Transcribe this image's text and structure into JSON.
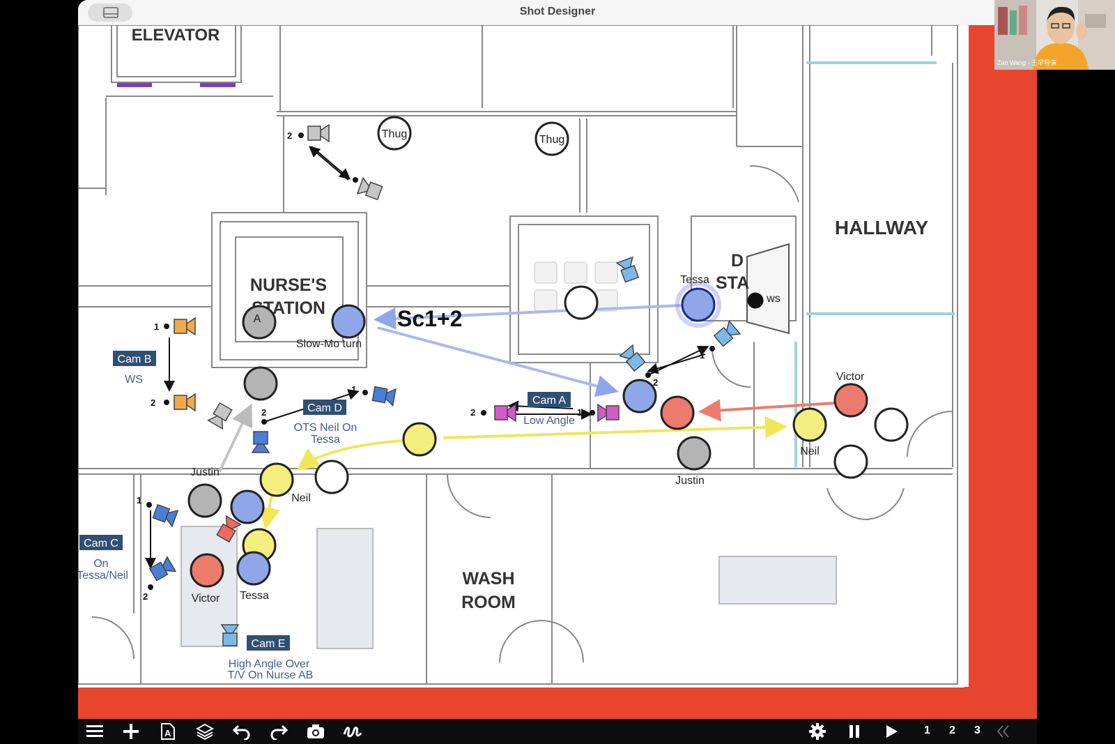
{
  "window": {
    "title": "Shot Designer"
  },
  "colors": {
    "accent_red": "#e8452f",
    "toolbar_bg": "#0d0d0d",
    "label_box": "#2f4f73",
    "tessa_blue": "#8fa6e8",
    "neil_yellow": "#f3ee7e",
    "victor_red": "#ec7b6e",
    "justin_gray": "#b4b4b4"
  },
  "rooms": {
    "elevator": "ELEVATOR",
    "nurse_line1": "NURSE'S",
    "nurse_line2": "STATION",
    "hallway": "HALLWAY",
    "wash_line1": "WASH",
    "wash_line2": "ROOM",
    "desk_partial_1": "D",
    "desk_partial_2": "STA"
  },
  "scene_label": "Sc1+2",
  "characters": {
    "thug": "Thug",
    "tessa": "Tessa",
    "victor": "Victor",
    "neil": "Neil",
    "justin": "Justin",
    "news_partial": "ws",
    "a_marker": "A"
  },
  "annotations": {
    "slow_mo": "Slow-Mo turn"
  },
  "cameras": {
    "cam_a": {
      "label": "Cam A",
      "desc1": "Low Angle",
      "desc2": ""
    },
    "cam_b": {
      "label": "Cam B",
      "desc1": "WS",
      "desc2": ""
    },
    "cam_c": {
      "label": "Cam C",
      "desc1": "On",
      "desc2": "Tessa/Neil"
    },
    "cam_d": {
      "label": "Cam D",
      "desc1": "OTS Neil On",
      "desc2": "Tessa"
    },
    "cam_e": {
      "label": "Cam E",
      "desc1": "High Angle Over",
      "desc2": "T/V On Nurse AB"
    }
  },
  "position_numbers": {
    "one": "1",
    "two": "2"
  },
  "toolbar": {
    "tools": [
      "menu-icon",
      "add-icon",
      "text-icon",
      "layers-icon",
      "undo-icon",
      "redo-icon",
      "camera-snapshot-icon",
      "draw-icon"
    ],
    "right_tools": [
      "settings-icon",
      "pause-icon",
      "play-icon",
      "collapse-icon"
    ],
    "pages": [
      "1",
      "2",
      "3"
    ]
  },
  "video": {
    "caption": "Zao Wang - 王早导演"
  }
}
